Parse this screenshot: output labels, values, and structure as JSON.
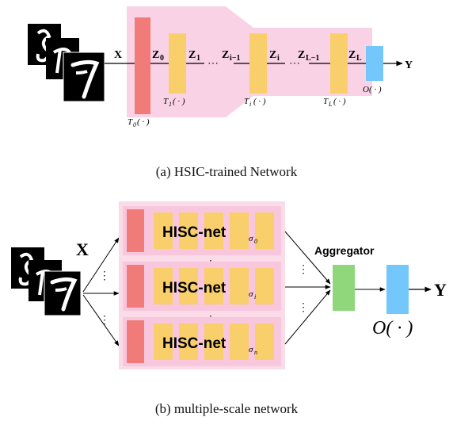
{
  "colors": {
    "funnel": "#f9d2e6",
    "input_block": "#f07b78",
    "hidden_block": "#f9cf6c",
    "output_block": "#73c7fa",
    "aggregator_block": "#8fd77a",
    "panel": "#fadbe8",
    "digit_bg": "#000000",
    "digit_stroke": "#ffffff"
  },
  "top": {
    "input_label": "X",
    "output_label": "Y",
    "z_labels": [
      {
        "main": "Z",
        "sub": "0"
      },
      {
        "main": "Z",
        "sub": "1"
      },
      {
        "main": "Z",
        "sub": "i−1"
      },
      {
        "main": "Z",
        "sub": "i"
      },
      {
        "main": "Z",
        "sub": "L−1"
      },
      {
        "main": "Z",
        "sub": "L"
      }
    ],
    "transforms": [
      {
        "main": "T",
        "sub": "0",
        "arg": "( · )"
      },
      {
        "main": "T",
        "sub": "1",
        "arg": "( · )"
      },
      {
        "main": "T",
        "sub": "i",
        "arg": "( · )"
      },
      {
        "main": "T",
        "sub": "L",
        "arg": "( · )"
      }
    ],
    "output_fn": "O( · )",
    "ellipsis": "⋯",
    "caption": "(a) HSIC-trained Network"
  },
  "bottom": {
    "input_label": "X",
    "output_label": "Y",
    "nets": [
      {
        "label": "HISC-net",
        "sub_main": "σ",
        "sub_sub": "0"
      },
      {
        "label": "HISC-net",
        "sub_main": "σ",
        "sub_sub": "i"
      },
      {
        "label": "HISC-net",
        "sub_main": "σ",
        "sub_sub": "n"
      }
    ],
    "aggregator_label": "Aggregator",
    "output_fn": "O( · )",
    "vdots": "⋮",
    "caption": "(b) multiple-scale network"
  }
}
